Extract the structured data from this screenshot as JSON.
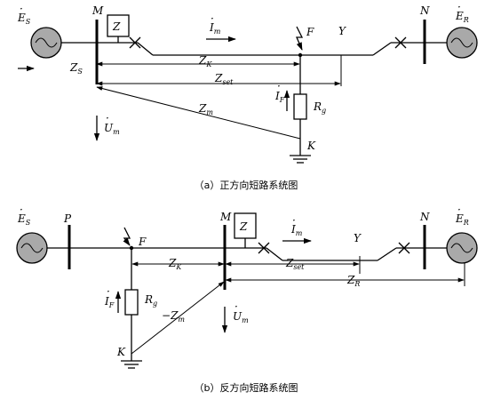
{
  "diagram_a": {
    "caption": "（a）正方向短路系统图",
    "source_left": {
      "letter": "E",
      "dot": "·",
      "sub": "S"
    },
    "source_right": {
      "letter": "E",
      "dot": "·",
      "sub": "R"
    },
    "bus_m": "M",
    "bus_n": "N",
    "relay": "Z",
    "fault_point": "F",
    "line_end": "Y",
    "current_m": {
      "letter": "I",
      "dot": "·",
      "sub": "m"
    },
    "zs": {
      "letter": "Z",
      "sub": "S"
    },
    "zk": {
      "letter": "Z",
      "sub": "K"
    },
    "zset": {
      "letter": "Z",
      "sub": "set"
    },
    "current_f": {
      "letter": "I",
      "dot": "·",
      "sub": "F"
    },
    "rg": {
      "letter": "R",
      "sub": "g"
    },
    "zm": {
      "letter": "Z",
      "sub": "m"
    },
    "voltage_m": {
      "letter": "U",
      "dot": "·",
      "sub": "m"
    },
    "ground_point": "K"
  },
  "diagram_b": {
    "caption": "（b）反方向短路系统图",
    "source_left": {
      "letter": "E",
      "dot": "·",
      "sub": "S"
    },
    "source_right": {
      "letter": "E",
      "dot": "·",
      "sub": "R"
    },
    "bus_p": "P",
    "bus_m": "M",
    "bus_n": "N",
    "relay": "Z",
    "fault_point": "F",
    "line_end": "Y",
    "current_m": {
      "letter": "I",
      "dot": "·",
      "sub": "m"
    },
    "zk": {
      "letter": "Z",
      "sub": "K"
    },
    "zset": {
      "letter": "Z",
      "sub": "set"
    },
    "zr": {
      "letter": "Z",
      "sub": "R"
    },
    "current_f": {
      "letter": "I",
      "dot": "·",
      "sub": "F"
    },
    "rg": {
      "letter": "R",
      "sub": "g"
    },
    "zm": {
      "prefix": "−",
      "letter": "Z",
      "sub": "m"
    },
    "voltage_m": {
      "letter": "U",
      "dot": "·",
      "sub": "m"
    },
    "ground_point": "K"
  }
}
